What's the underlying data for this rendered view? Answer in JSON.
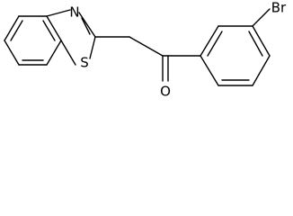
{
  "molecule": {
    "atoms": {
      "nitrogen": "N",
      "sulfur": "S",
      "oxygen": "O",
      "bromine": "Br"
    },
    "colors": {
      "bond": "#000000",
      "label": "#000000",
      "background": "#ffffff"
    }
  }
}
